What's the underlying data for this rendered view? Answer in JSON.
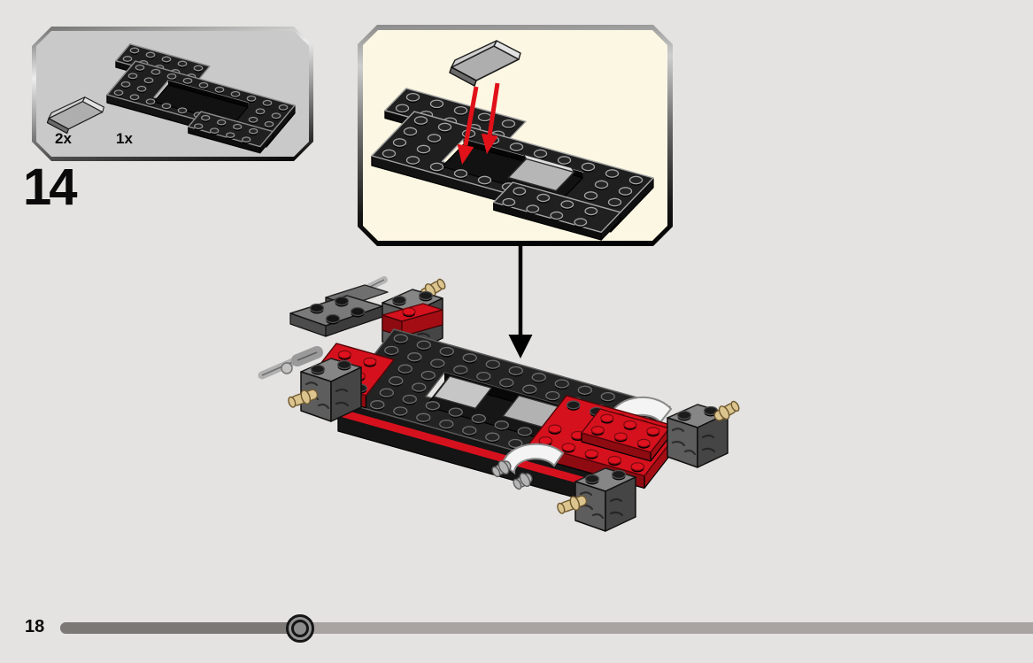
{
  "step": {
    "number": "14"
  },
  "parts_callout": {
    "items": [
      {
        "count_label": "2x",
        "part_name": "slope-1x2-light-gray"
      },
      {
        "count_label": "1x",
        "part_name": "vehicle-base-black"
      }
    ]
  },
  "detail_inset": {
    "shows": "place-light-gray-slope-onto-vehicle-base",
    "arrow_count": 2
  },
  "footer": {
    "page_number": "18",
    "progress_fraction": 0.246
  },
  "colors": {
    "page_bg": "#e4e3e2",
    "callout_bg": "#c9c9c9",
    "inset_bg": "#fbf7e2",
    "arrow_red": "#e01119",
    "lego_red": "#d6111e",
    "lego_red_dark": "#8e0b12",
    "black_plastic": "#1f1f1f",
    "gray_plastic": "#b4b4b4",
    "dark_gray_plastic": "#5d5d5d",
    "tan": "#dcc48e",
    "connector_arrow": "#000000",
    "progress_done": "#7b7875",
    "progress_remaining": "#a9a4a1"
  }
}
